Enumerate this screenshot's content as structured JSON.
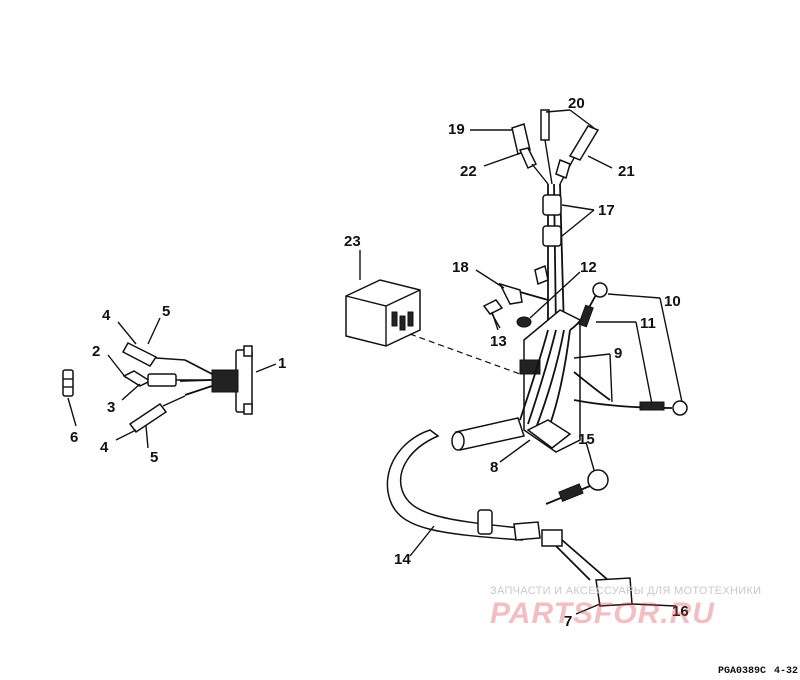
{
  "callouts": [
    {
      "id": "c1",
      "label": "1"
    },
    {
      "id": "c2",
      "label": "2"
    },
    {
      "id": "c3",
      "label": "3"
    },
    {
      "id": "c4a",
      "label": "4"
    },
    {
      "id": "c4b",
      "label": "4"
    },
    {
      "id": "c5a",
      "label": "5"
    },
    {
      "id": "c5b",
      "label": "5"
    },
    {
      "id": "c6",
      "label": "6"
    },
    {
      "id": "c7",
      "label": "7"
    },
    {
      "id": "c8",
      "label": "8"
    },
    {
      "id": "c9",
      "label": "9"
    },
    {
      "id": "c10",
      "label": "10"
    },
    {
      "id": "c11",
      "label": "11"
    },
    {
      "id": "c12",
      "label": "12"
    },
    {
      "id": "c13",
      "label": "13"
    },
    {
      "id": "c14",
      "label": "14"
    },
    {
      "id": "c15",
      "label": "15"
    },
    {
      "id": "c16",
      "label": "16"
    },
    {
      "id": "c17",
      "label": "17"
    },
    {
      "id": "c18",
      "label": "18"
    },
    {
      "id": "c19",
      "label": "19"
    },
    {
      "id": "c20",
      "label": "20"
    },
    {
      "id": "c21",
      "label": "21"
    },
    {
      "id": "c22",
      "label": "22"
    },
    {
      "id": "c23",
      "label": "23"
    }
  ],
  "watermark": {
    "caption": "ЗАПЧАСТИ И АКСЕССУАРЫ ДЛЯ МОТОТЕХНИКИ",
    "logo": "PARTSFOR.RU"
  },
  "footer": {
    "figure_code": "PGA0389C",
    "page": "4-32"
  }
}
